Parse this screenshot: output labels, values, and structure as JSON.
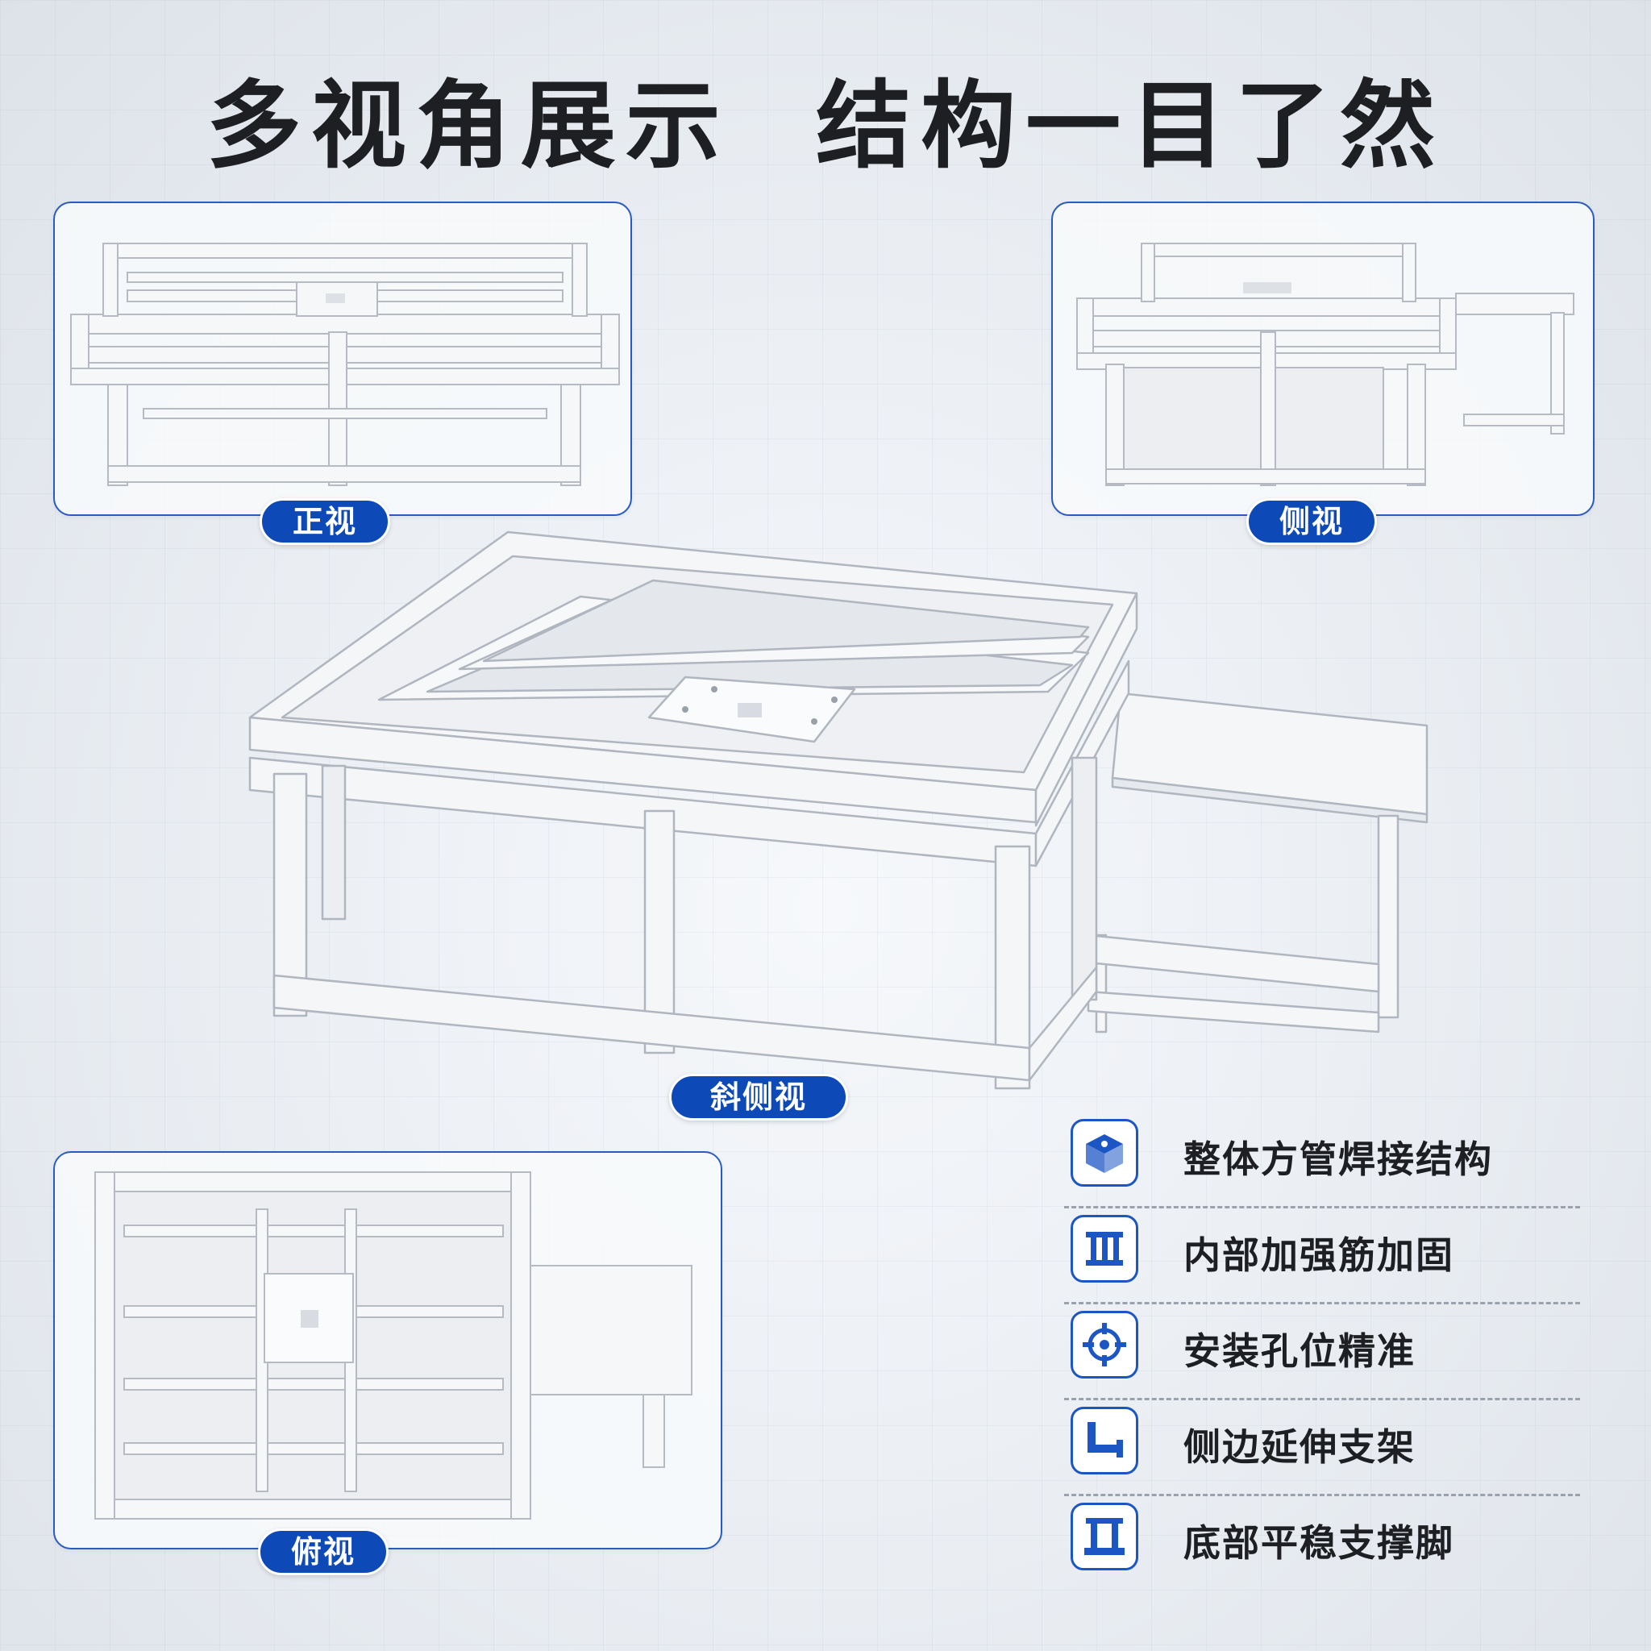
{
  "headline": "多视角展示  结构一目了然",
  "views": {
    "front": "正视",
    "side": "侧视",
    "oblique": "斜侧视",
    "top": "俯视"
  },
  "features": [
    {
      "icon": "cube-icon",
      "label": "整体方管焊接结构"
    },
    {
      "icon": "reinforcement-rib-icon",
      "label": "内部加强筋加固"
    },
    {
      "icon": "crosshair-target-icon",
      "label": "安装孔位精准"
    },
    {
      "icon": "l-bracket-icon",
      "label": "侧边延伸支架"
    },
    {
      "icon": "support-foot-icon",
      "label": "底部平稳支撑脚"
    }
  ],
  "colors": {
    "accent_blue": "#0e49b8",
    "panel_border": "#2a5bc0",
    "frame_metal": "#f4f5f7",
    "frame_edge": "#b9bec6"
  }
}
